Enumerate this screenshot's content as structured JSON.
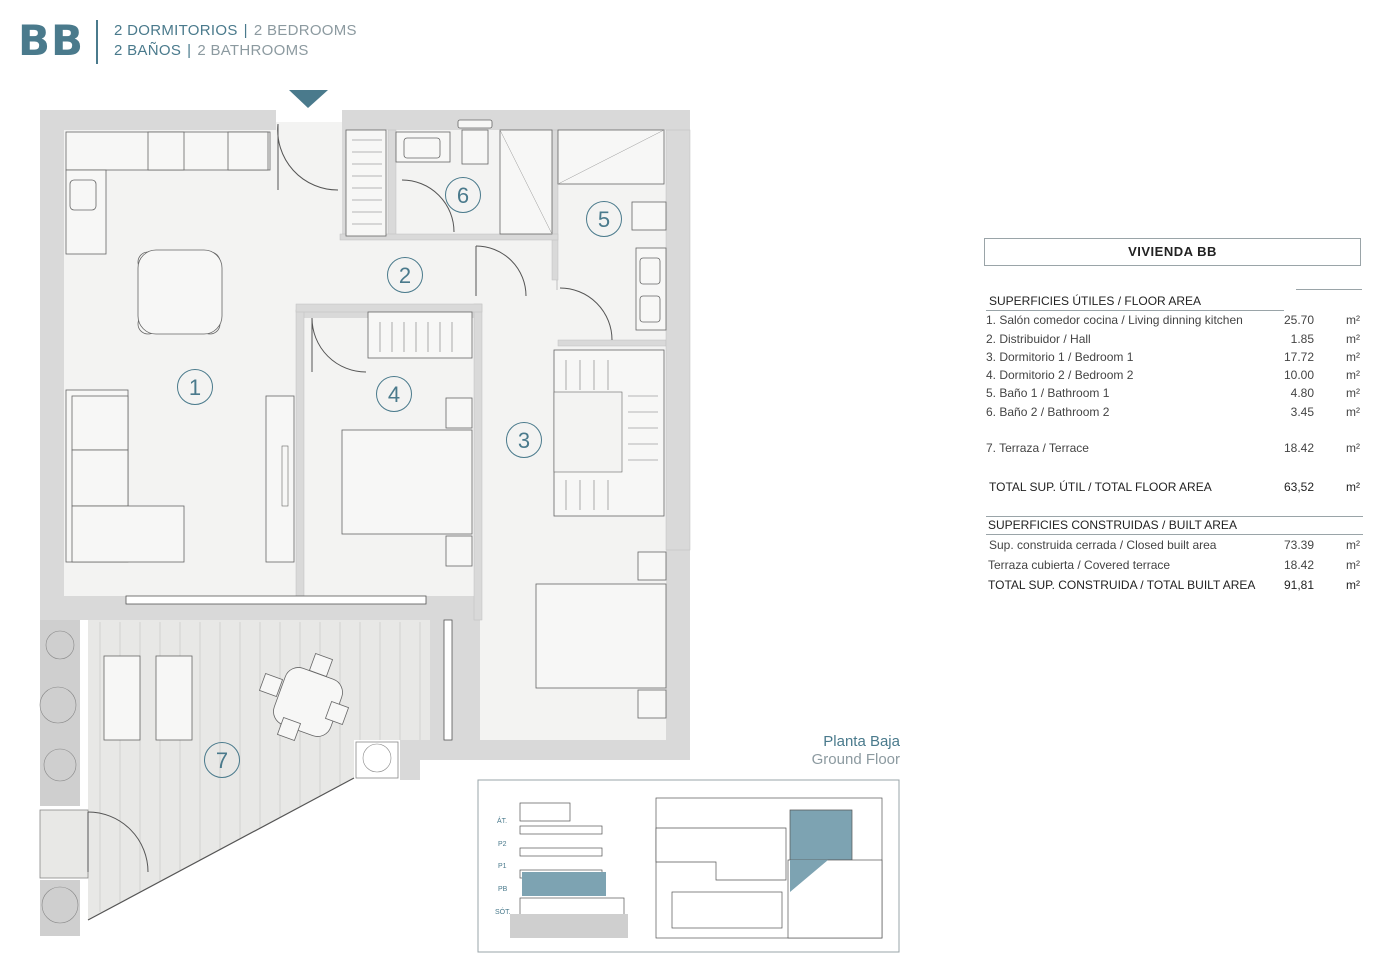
{
  "header": {
    "code": "BB",
    "line1_es": "2 DORMITORIOS",
    "line1_en": "2 BEDROOMS",
    "line2_es": "2 BAÑOS",
    "line2_en": "2 BATHROOMS"
  },
  "room_numbers": [
    "1",
    "2",
    "3",
    "4",
    "5",
    "6",
    "7"
  ],
  "floor_label": {
    "es": "Planta Baja",
    "en": "Ground Floor"
  },
  "keymap_levels": [
    "ÁT.",
    "P2",
    "P1",
    "PB",
    "SÓT."
  ],
  "colors": {
    "accent": "#4a7a8c",
    "floor": "#f3f3f2",
    "wall": "#d9d9d9",
    "terrace": "#e8e8e6",
    "highlight": "#7da3b2"
  },
  "table": {
    "title": "VIVIENDA BB",
    "floor_area_heading": "SUPERFICIES ÚTILES / FLOOR AREA",
    "unit": "m²",
    "floor_rows": [
      {
        "label": "1. Salón comedor cocina / Living dinning kitchen",
        "value": "25.70"
      },
      {
        "label": "2. Distribuidor / Hall",
        "value": "1.85"
      },
      {
        "label": "3. Dormitorio 1 / Bedroom 1",
        "value": "17.72"
      },
      {
        "label": "4. Dormitorio 2 / Bedroom 2",
        "value": "10.00"
      },
      {
        "label": "5. Baño 1 / Bathroom 1",
        "value": "4.80"
      },
      {
        "label": "6. Baño 2 / Bathroom 2",
        "value": "3.45"
      }
    ],
    "terrace_row": {
      "label": "7. Terraza / Terrace",
      "value": "18.42"
    },
    "total_floor": {
      "label": "TOTAL SUP. ÚTIL / TOTAL FLOOR AREA",
      "value": "63,52"
    },
    "built_area_heading": "SUPERFICIES CONSTRUIDAS / BUILT AREA",
    "built_rows": [
      {
        "label": "Sup. construida cerrada / Closed built area",
        "value": "73.39"
      },
      {
        "label": "Terraza cubierta / Covered terrace",
        "value": "18.42"
      }
    ],
    "total_built": {
      "label": "TOTAL SUP. CONSTRUIDA /  TOTAL BUILT AREA",
      "value": "91,81"
    }
  }
}
